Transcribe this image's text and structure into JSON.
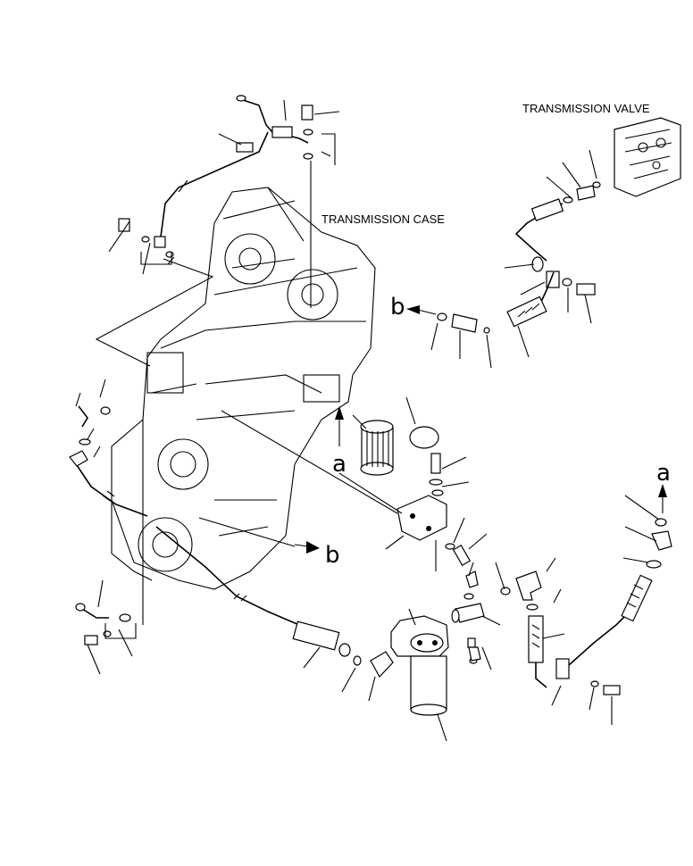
{
  "labels": {
    "transmission_valve": "TRANSMISSION VALVE",
    "transmission_case": "TRANSMISSION CASE",
    "callout_a_bottom": "a",
    "callout_a_top": "a",
    "callout_b_top": "b",
    "callout_b_bottom": "b"
  }
}
